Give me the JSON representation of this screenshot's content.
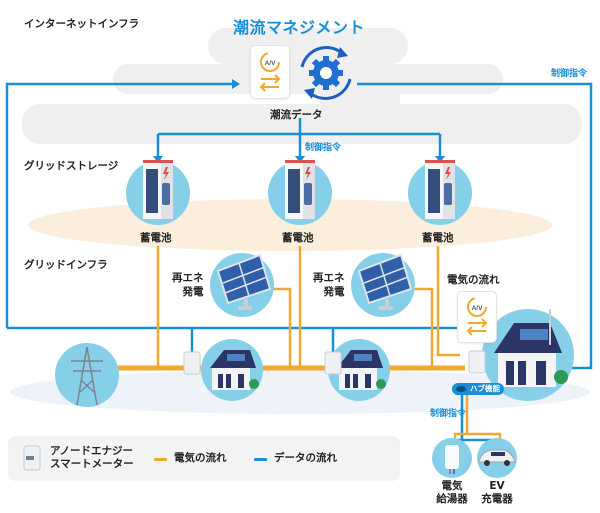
{
  "title": "潮流マネジメント",
  "layers": {
    "internet": "インターネットインフラ",
    "storage": "グリッドストレージ",
    "grid": "グリッドインフラ"
  },
  "management": {
    "data_label": "潮流データ",
    "meter_badge": "A/V",
    "control_label_top": "制御指令",
    "control_label_storage": "制御指令"
  },
  "storage": {
    "batteries": [
      {
        "label": "蓄電池"
      },
      {
        "label": "蓄電池"
      },
      {
        "label": "蓄電池"
      }
    ]
  },
  "grid": {
    "solar": [
      {
        "label_line1": "再エネ",
        "label_line2": "発電"
      },
      {
        "label_line1": "再エネ",
        "label_line2": "発電"
      }
    ],
    "power_flow_label": "電気の流れ",
    "house_meter_badge": "A/V",
    "hub_label": "ハブ機能",
    "hub_control_label": "制御指令",
    "appliances": [
      {
        "label_line1": "電気",
        "label_line2": "給湯器"
      },
      {
        "label_line1": "EV",
        "label_line2": "充電器"
      }
    ]
  },
  "legend": {
    "meter_line1": "アノードエナジー",
    "meter_line2": "スマートメーター",
    "power_flow": "電気の流れ",
    "data_flow": "データの流れ",
    "power_color": "#f0a830",
    "data_color": "#1a8fd6"
  },
  "colors": {
    "accent_blue": "#1a8fd6",
    "power_orange": "#f0a830",
    "circle_blue": "#86cfe8",
    "cloud_gray": "#efefef",
    "storage_band": "#fbeedc"
  }
}
